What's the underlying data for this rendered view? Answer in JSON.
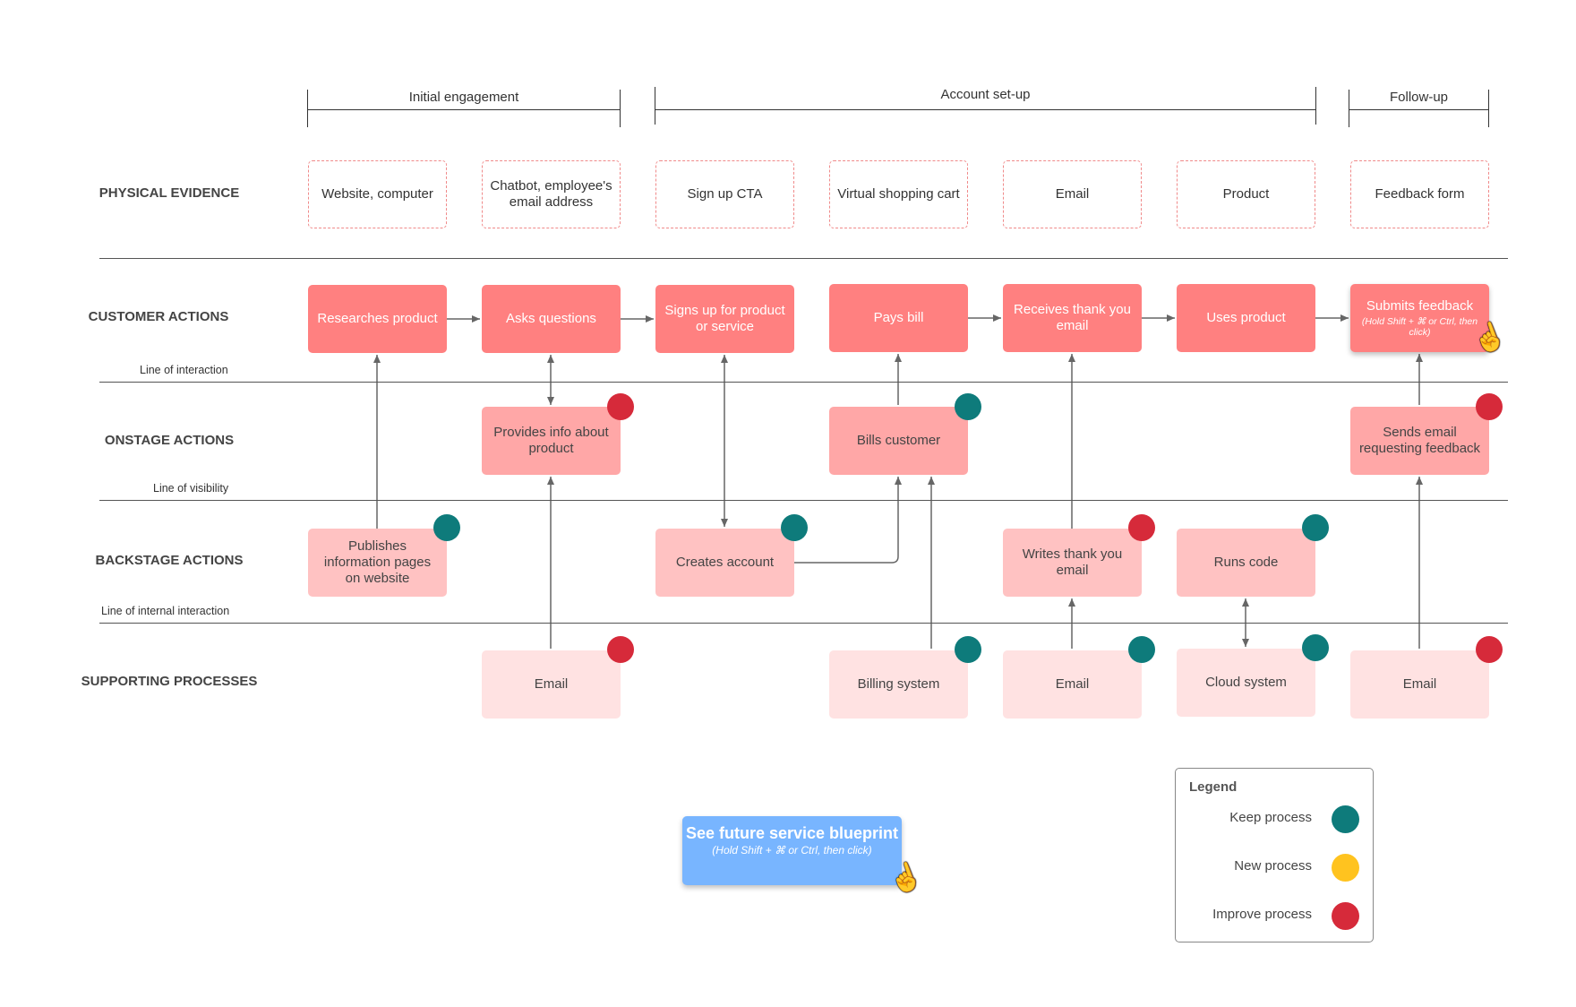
{
  "colors": {
    "keep": "#0e7b7b",
    "new": "#ffc31f",
    "improve": "#d62a3a",
    "customer_action": "#ff8080",
    "onstage_action": "#ffa7a7",
    "backstage_action": "#ffc2c2",
    "supporting_process": "#ffe2e2",
    "evidence_border": "#f08a8a",
    "cta": "#78b5ff"
  },
  "phases": [
    "Initial engagement",
    "Account set-up",
    "Follow-up"
  ],
  "rows": {
    "physical_evidence": "PHYSICAL EVIDENCE",
    "customer_actions": "CUSTOMER ACTIONS",
    "onstage_actions": "ONSTAGE ACTIONS",
    "backstage_actions": "BACKSTAGE ACTIONS",
    "supporting_processes": "SUPPORTING PROCESSES"
  },
  "lines": {
    "interaction": "Line of interaction",
    "visibility": "Line of visibility",
    "internal_interaction": "Line of internal interaction"
  },
  "physical_evidence": [
    "Website, computer",
    "Chatbot, employee's email address",
    "Sign up CTA",
    "Virtual shopping cart",
    "Email",
    "Product",
    "Feedback form"
  ],
  "customer_actions": [
    "Researches product",
    "Asks questions",
    "Signs up for product or service",
    "Pays bill",
    "Receives thank you email",
    "Uses product",
    "Submits feedback"
  ],
  "customer_hint": "(Hold Shift + ⌘ or Ctrl, then click)",
  "onstage_actions": [
    {
      "label": "Provides info about product",
      "status": "improve"
    },
    {
      "label": "Bills customer",
      "status": "keep"
    },
    {
      "label": "Sends email requesting feedback",
      "status": "improve"
    }
  ],
  "backstage_actions": [
    {
      "label": "Publishes information pages on website",
      "status": "keep"
    },
    {
      "label": "Creates account",
      "status": "keep"
    },
    {
      "label": "Writes thank you email",
      "status": "improve"
    },
    {
      "label": "Runs code",
      "status": "keep"
    }
  ],
  "supporting_processes": [
    {
      "label": "Email",
      "status": "improve"
    },
    {
      "label": "Billing system",
      "status": "keep"
    },
    {
      "label": "Email",
      "status": "keep"
    },
    {
      "label": "Cloud system",
      "status": "keep"
    },
    {
      "label": "Email",
      "status": "improve"
    }
  ],
  "cta": {
    "title": "See future service blueprint",
    "hint": "(Hold Shift + ⌘ or Ctrl, then click)"
  },
  "legend": {
    "title": "Legend",
    "items": [
      {
        "label": "Keep process",
        "status": "keep"
      },
      {
        "label": "New process",
        "status": "new"
      },
      {
        "label": "Improve process",
        "status": "improve"
      }
    ]
  }
}
